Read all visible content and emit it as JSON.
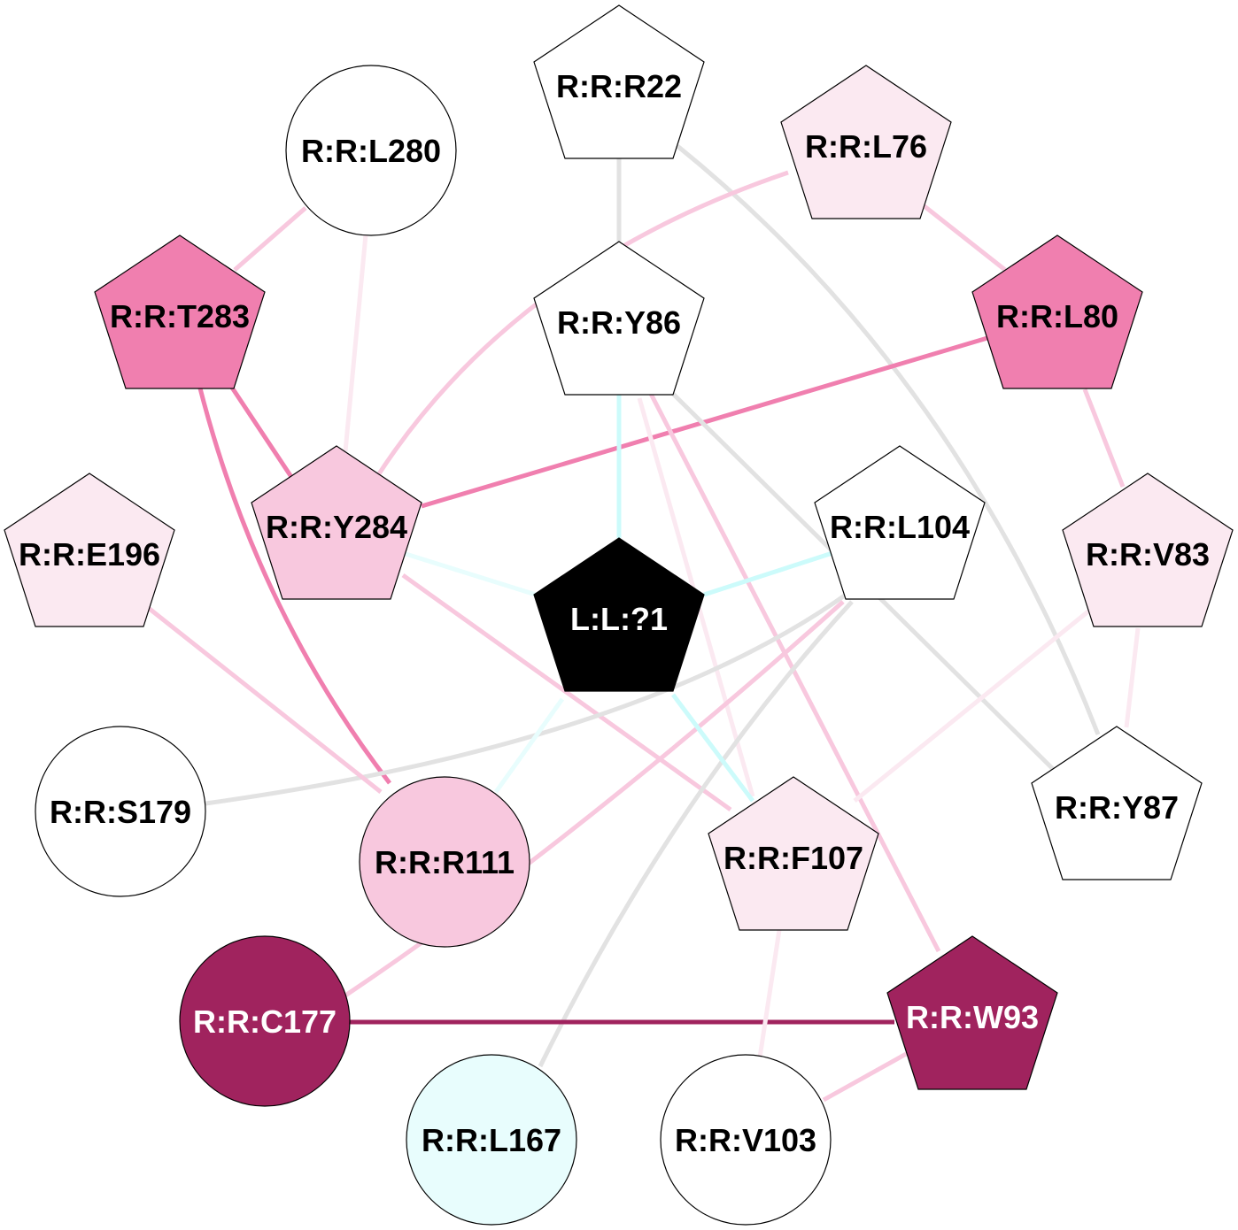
{
  "colors": {
    "white": "#ffffff",
    "very_light_pink": "#fbe9f1",
    "light_pink": "#f8c8de",
    "pink": "#f07faf",
    "dark_magenta": "#a0235e",
    "light_cyan": "#e8fdfd",
    "black": "#000000",
    "gray_edge": "#e2e2e2",
    "cyan_edge": "#ccfbfb"
  },
  "nodes": [
    {
      "id": "R22",
      "label": "R:R:R22",
      "shape": "pentagon",
      "fill": "#ffffff",
      "text": "#000000"
    },
    {
      "id": "L280",
      "label": "R:R:L280",
      "shape": "circle",
      "fill": "#ffffff",
      "text": "#000000"
    },
    {
      "id": "L76",
      "label": "R:R:L76",
      "shape": "pentagon",
      "fill": "#fbe9f1",
      "text": "#000000"
    },
    {
      "id": "T283",
      "label": "R:R:T283",
      "shape": "pentagon",
      "fill": "#f07faf",
      "text": "#000000"
    },
    {
      "id": "Y86",
      "label": "R:R:Y86",
      "shape": "pentagon",
      "fill": "#ffffff",
      "text": "#000000"
    },
    {
      "id": "L80",
      "label": "R:R:L80",
      "shape": "pentagon",
      "fill": "#f07faf",
      "text": "#000000"
    },
    {
      "id": "Y284",
      "label": "R:R:Y284",
      "shape": "pentagon",
      "fill": "#f8c8de",
      "text": "#000000"
    },
    {
      "id": "E196",
      "label": "R:R:E196",
      "shape": "pentagon",
      "fill": "#fbe9f1",
      "text": "#000000"
    },
    {
      "id": "LIG",
      "label": "L:L:?1",
      "shape": "pentagon",
      "fill": "#000000",
      "text": "#ffffff"
    },
    {
      "id": "L104",
      "label": "R:R:L104",
      "shape": "pentagon",
      "fill": "#ffffff",
      "text": "#000000"
    },
    {
      "id": "V83",
      "label": "R:R:V83",
      "shape": "pentagon",
      "fill": "#fbe9f1",
      "text": "#000000"
    },
    {
      "id": "S179",
      "label": "R:R:S179",
      "shape": "circle",
      "fill": "#ffffff",
      "text": "#000000"
    },
    {
      "id": "R111",
      "label": "R:R:R111",
      "shape": "circle",
      "fill": "#f8c8de",
      "text": "#000000"
    },
    {
      "id": "F107",
      "label": "R:R:F107",
      "shape": "pentagon",
      "fill": "#fbe9f1",
      "text": "#000000"
    },
    {
      "id": "Y87",
      "label": "R:R:Y87",
      "shape": "pentagon",
      "fill": "#ffffff",
      "text": "#000000"
    },
    {
      "id": "C177",
      "label": "R:R:C177",
      "shape": "circle",
      "fill": "#a0235e",
      "text": "#ffffff"
    },
    {
      "id": "W93",
      "label": "R:R:W93",
      "shape": "pentagon",
      "fill": "#a0235e",
      "text": "#ffffff"
    },
    {
      "id": "L167",
      "label": "R:R:L167",
      "shape": "circle",
      "fill": "#e8fdfd",
      "text": "#000000"
    },
    {
      "id": "V103",
      "label": "R:R:V103",
      "shape": "circle",
      "fill": "#ffffff",
      "text": "#000000"
    }
  ],
  "edges": [
    {
      "source": "R22",
      "target": "Y86",
      "color": "#e2e2e2"
    },
    {
      "source": "R22",
      "target": "Y87",
      "color": "#e2e2e2"
    },
    {
      "source": "L280",
      "target": "T283",
      "color": "#f8c8de"
    },
    {
      "source": "L280",
      "target": "Y284",
      "color": "#fbe9f1"
    },
    {
      "source": "L76",
      "target": "Y284",
      "color": "#f8c8de"
    },
    {
      "source": "L76",
      "target": "L80",
      "color": "#f8c8de"
    },
    {
      "source": "T283",
      "target": "Y284",
      "color": "#f07faf"
    },
    {
      "source": "T283",
      "target": "R111",
      "color": "#f07faf"
    },
    {
      "source": "L80",
      "target": "Y284",
      "color": "#f07faf"
    },
    {
      "source": "L80",
      "target": "V83",
      "color": "#f8c8de"
    },
    {
      "source": "Y86",
      "target": "LIG",
      "color": "#ccfbfb"
    },
    {
      "source": "Y86",
      "target": "Y87",
      "color": "#e2e2e2"
    },
    {
      "source": "Y86",
      "target": "W93",
      "color": "#f8c8de"
    },
    {
      "source": "Y86",
      "target": "F107",
      "color": "#fbe9f1"
    },
    {
      "source": "Y284",
      "target": "LIG",
      "color": "#e8fdfd"
    },
    {
      "source": "Y284",
      "target": "F107",
      "color": "#f8c8de"
    },
    {
      "source": "L104",
      "target": "LIG",
      "color": "#ccfbfb"
    },
    {
      "source": "L104",
      "target": "S179",
      "color": "#e2e2e2"
    },
    {
      "source": "L104",
      "target": "C177",
      "color": "#f8c8de"
    },
    {
      "source": "L104",
      "target": "L167",
      "color": "#e2e2e2"
    },
    {
      "source": "V83",
      "target": "F107",
      "color": "#fbe9f1"
    },
    {
      "source": "V83",
      "target": "Y87",
      "color": "#fbe9f1"
    },
    {
      "source": "E196",
      "target": "R111",
      "color": "#f8c8de"
    },
    {
      "source": "LIG",
      "target": "R111",
      "color": "#e8fdfd"
    },
    {
      "source": "LIG",
      "target": "F107",
      "color": "#ccfbfb"
    },
    {
      "source": "C177",
      "target": "W93",
      "color": "#a0235e"
    },
    {
      "source": "F107",
      "target": "V103",
      "color": "#fbe9f1"
    },
    {
      "source": "W93",
      "target": "V103",
      "color": "#f8c8de"
    }
  ]
}
